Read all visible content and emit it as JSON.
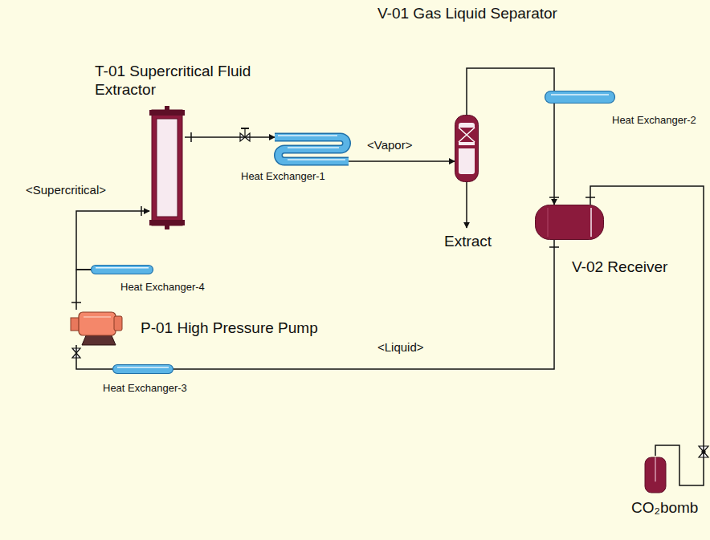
{
  "diagram": {
    "nodes": [
      {
        "text": [
          "V-01 Gas Liquid Separator"
        ]
      },
      {
        "text": [
          "T-01 Supercritical Fluid Extractor"
        ]
      },
      {
        "text": [
          "Heat Exchanger-2"
        ]
      },
      {
        "text": [
          "Heat Exchanger-1"
        ]
      },
      {
        "text": [
          "V-02 Receiver"
        ]
      },
      {
        "text": [
          "Heat Exchanger-4"
        ]
      },
      {
        "text": [
          "P-01 High Pressure Pump"
        ]
      },
      {
        "text": [
          "Heat Exchanger-3"
        ]
      },
      {
        "text": [
          "CO₂bomb"
        ]
      }
    ],
    "edges": [
      {
        "from": 1,
        "to": 3,
        "arrow": "to"
      },
      {
        "from": 3,
        "to": 0,
        "label": "<Vapor>",
        "arrow": "to"
      },
      {
        "from": 0,
        "to": 2,
        "arrow": "none"
      },
      {
        "from": 2,
        "to": 4,
        "arrow": "to"
      },
      {
        "from": 8,
        "to": 4,
        "arrow": "none"
      },
      {
        "from": 4,
        "to": 7,
        "label": "<Liquid>",
        "arrow": "none"
      },
      {
        "from": 7,
        "to": 6,
        "arrow": "none"
      },
      {
        "from": 6,
        "to": 5,
        "arrow": "none"
      },
      {
        "from": 5,
        "to": 1,
        "label": "<Supercritical>",
        "arrow": "to"
      }
    ],
    "labels": [
      "Extract"
    ]
  }
}
